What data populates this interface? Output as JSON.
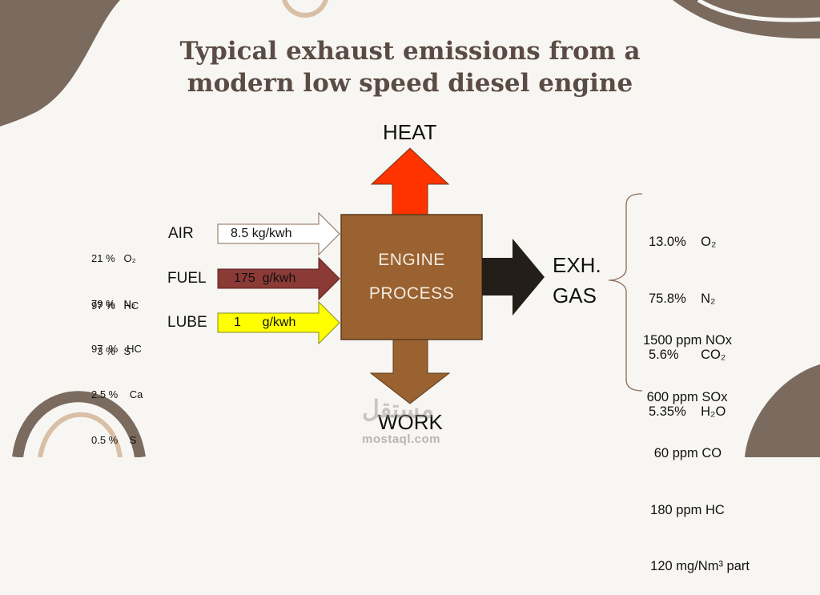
{
  "title": {
    "line1": "Typical exhaust emissions from a",
    "line2": "modern low speed diesel engine"
  },
  "heat_label": "HEAT",
  "work_label": "WORK",
  "engine": {
    "line1": "ENGINE",
    "line2": "PROCESS"
  },
  "exhaust": {
    "line1": "EXH.",
    "line2": "GAS"
  },
  "inputs": {
    "air": {
      "label": "AIR",
      "rate": "8.5 kg/kwh",
      "composition": [
        "21 %   O₂",
        "79 %   N₂"
      ],
      "color": "#ffffff"
    },
    "fuel": {
      "label": "FUEL",
      "rate": "175  g/kwh",
      "composition": [
        "97 %   HC",
        "  3 %   S"
      ],
      "color": "#8b3a36"
    },
    "lube": {
      "label": "LUBE",
      "rate": "1      g/kwh",
      "composition": [
        "97  %   HC",
        "2.5 %    Ca",
        "0.5 %    S"
      ],
      "color": "#ffff00"
    }
  },
  "exhaust_composition": {
    "major": [
      "13.0%    O₂",
      "75.8%    N₂",
      "5.6%      CO₂",
      "5.35%    H₂O"
    ],
    "minor": [
      "1500 ppm NOx",
      " 600 ppm SOx",
      "   60 ppm CO",
      "  180 ppm HC",
      "  120 mg/Nm³ part"
    ]
  },
  "watermark": {
    "arabic": "مستقل",
    "latin": "mostaql.com"
  },
  "colors": {
    "engine": "#9a6230",
    "heat_arrow": "#ff3300",
    "work_arrow": "#9a6230",
    "exhaust_arrow": "#241e18",
    "title": "#5a4c45",
    "deco_dark": "#7b6b5f",
    "deco_ring": "#d8bfa6"
  }
}
